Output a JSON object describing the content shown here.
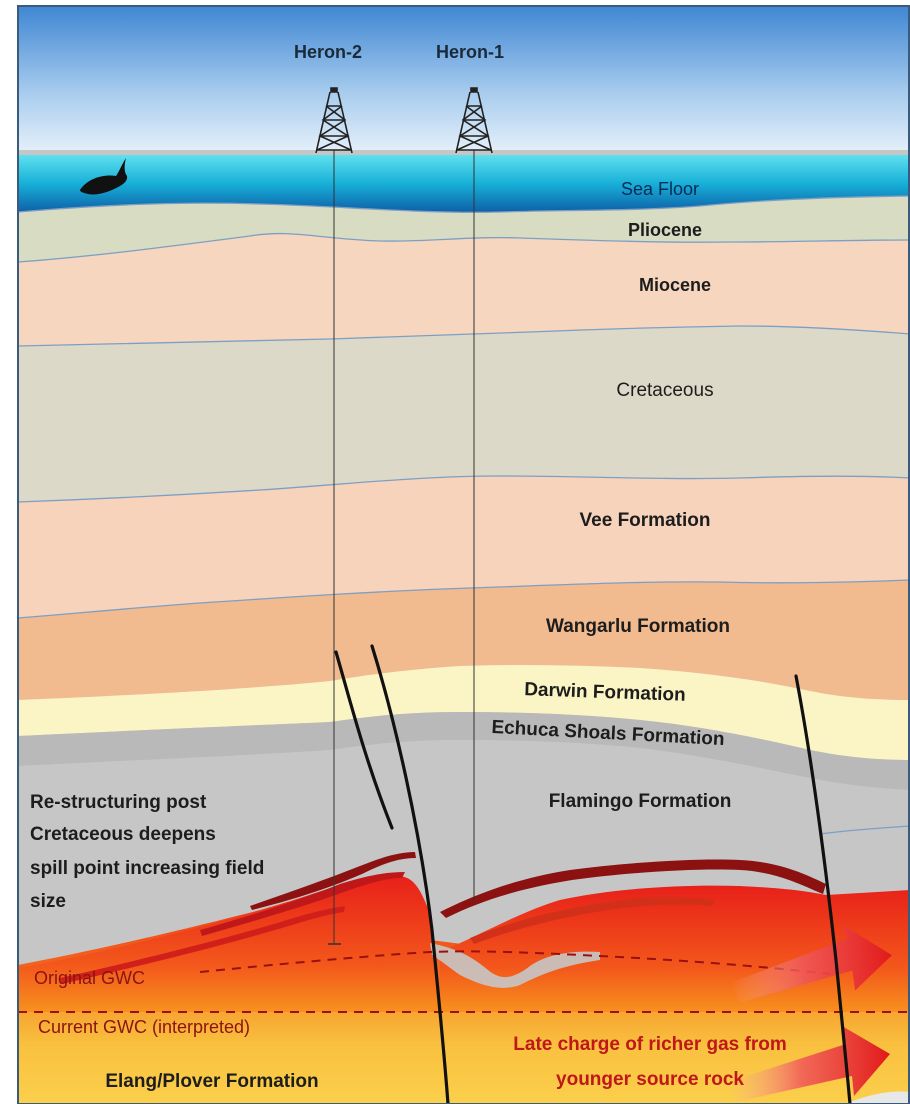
{
  "wells": [
    {
      "name": "Heron-2"
    },
    {
      "name": "Heron-1"
    }
  ],
  "layers": {
    "sea_floor": "Sea Floor",
    "pliocene": "Pliocene",
    "miocene": "Miocene",
    "cretaceous": "Cretaceous",
    "vee": "Vee Formation",
    "wangarlu": "Wangarlu Formation",
    "darwin": "Darwin Formation",
    "echuca": "Echuca Shoals Formation",
    "flamingo": "Flamingo Formation",
    "elang": "Elang/Plover Formation"
  },
  "annotations": {
    "restructuring_1": "Re-structuring post",
    "restructuring_2": "Cretaceous deepens",
    "restructuring_3": "spill point increasing  field",
    "restructuring_4": "size",
    "original_gwc": "Original GWC",
    "current_gwc": "Current GWC (interpreted)",
    "late_charge_1": "Late charge of richer gas from",
    "late_charge_2": "younger source rock"
  },
  "colors": {
    "sky_top": "#4a8fd6",
    "sky_bottom": "#eef5fb",
    "sea": "#1aa6d6",
    "pliocene": "#d6dcc2",
    "miocene": "#f6d5bd",
    "cretaceous": "#dcd8c8",
    "vee": "#f7d2bb",
    "wangarlu": "#f2b98e",
    "darwin": "#fbf4c2",
    "echuca": "#cbcbcb",
    "flamingo": "#c7c7c7",
    "reservoir_red": "#e8281e",
    "reservoir_orange": "#f57a16",
    "elang": "#f9c13c",
    "gwc_line": "#b01515",
    "annotation_red": "#c0171a"
  }
}
